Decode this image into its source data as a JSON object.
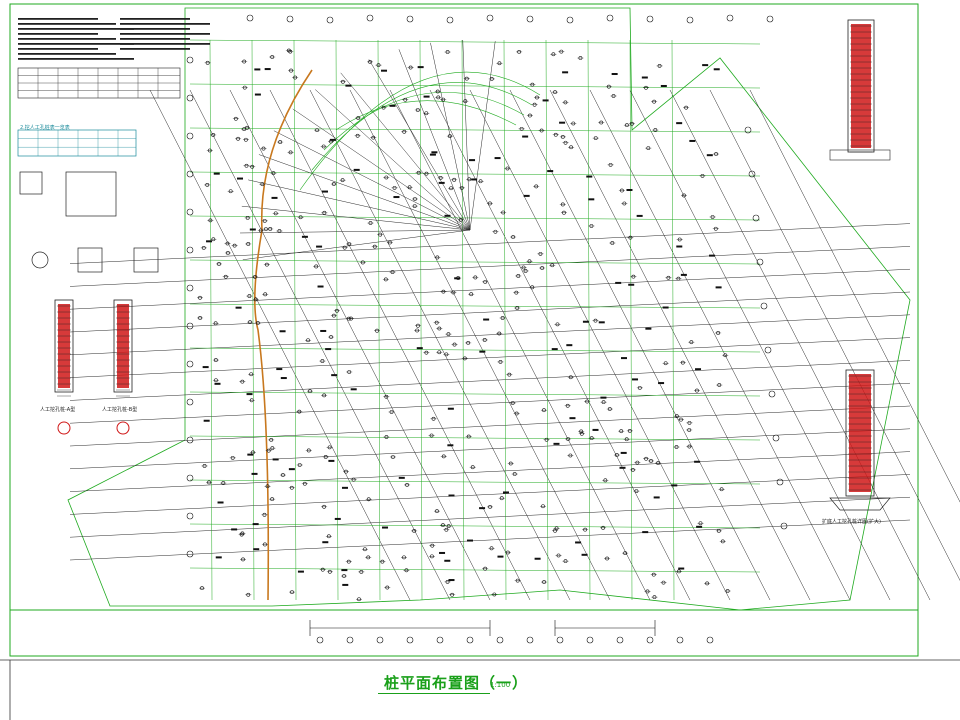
{
  "drawing": {
    "title": "桩平面布置图（一）",
    "scale": "1:100",
    "table2_title": "2.挖人工孔桩表一览表",
    "detail_left_cap_1": "人工挖孔桩-A型",
    "detail_left_cap_2": "人工挖孔桩-B型",
    "detail_right_cap": "扩底人工挖孔桩详图(扩大)"
  },
  "colors": {
    "grid": "#1faa1f",
    "axis_black": "#2a2a2a",
    "reinforcement": "#d01818",
    "curve": "#c8781e",
    "annotation": "#1a1a1a",
    "table": "#1a8a9a"
  },
  "icons": [
    "pile-marker",
    "axis-bubble",
    "section-detail",
    "rebar-cage"
  ]
}
